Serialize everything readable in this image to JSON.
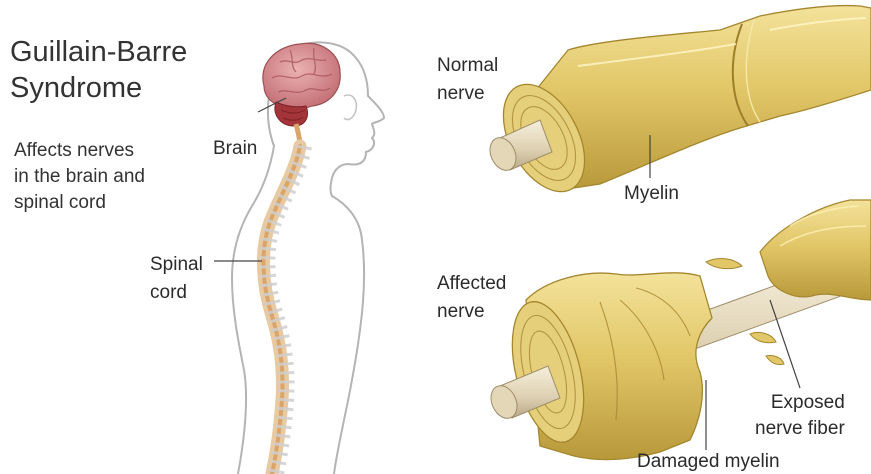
{
  "title": "Guillain-Barre\nSyndrome",
  "subtitle": "Affects nerves\nin the brain and\nspinal cord",
  "labels": {
    "brain": "Brain",
    "spinal_cord": "Spinal\ncord",
    "normal_nerve": "Normal\nnerve",
    "myelin": "Myelin",
    "affected_nerve": "Affected\nnerve",
    "exposed_fiber": "Exposed\nnerve fiber",
    "damaged_myelin": "Damaged myelin"
  },
  "colors": {
    "myelin": "#e2c768",
    "myelin_dark": "#b8993a",
    "fiber": "#e8dcc0",
    "brain": "#d48a8e",
    "cerebellum": "#a3353a",
    "spine": "#d9a56a",
    "outline": "#b4b4b4"
  }
}
